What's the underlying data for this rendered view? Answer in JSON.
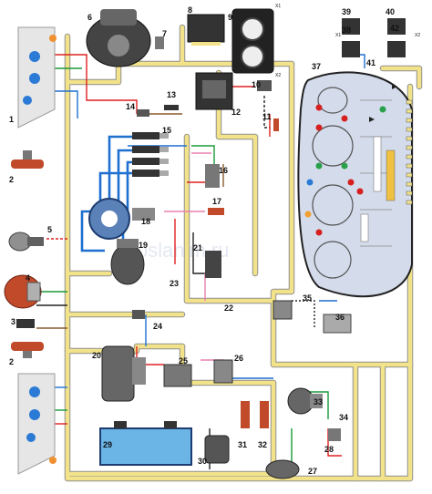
{
  "watermark": "oslanim.ru",
  "connectors": {
    "x1_top": "X1",
    "x2_top": "X2",
    "x1_right": "X1",
    "x2_right": "X2"
  },
  "components": [
    {
      "id": "c1",
      "label": "1"
    },
    {
      "id": "c2a",
      "label": "2"
    },
    {
      "id": "c2b",
      "label": "2"
    },
    {
      "id": "c3",
      "label": "3"
    },
    {
      "id": "c4",
      "label": "4"
    },
    {
      "id": "c5",
      "label": "5"
    },
    {
      "id": "c6",
      "label": "6"
    },
    {
      "id": "c7",
      "label": "7"
    },
    {
      "id": "c8",
      "label": "8"
    },
    {
      "id": "c9",
      "label": "9"
    },
    {
      "id": "c10",
      "label": "10"
    },
    {
      "id": "c11",
      "label": "11"
    },
    {
      "id": "c12",
      "label": "12"
    },
    {
      "id": "c13",
      "label": "13"
    },
    {
      "id": "c14",
      "label": "14"
    },
    {
      "id": "c15",
      "label": "15"
    },
    {
      "id": "c16",
      "label": "16"
    },
    {
      "id": "c17",
      "label": "17"
    },
    {
      "id": "c18",
      "label": "18"
    },
    {
      "id": "c19",
      "label": "19"
    },
    {
      "id": "c20",
      "label": "20"
    },
    {
      "id": "c21",
      "label": "21"
    },
    {
      "id": "c22",
      "label": "22"
    },
    {
      "id": "c23",
      "label": "23"
    },
    {
      "id": "c24",
      "label": "24"
    },
    {
      "id": "c25",
      "label": "25"
    },
    {
      "id": "c26",
      "label": "26"
    },
    {
      "id": "c27",
      "label": "27"
    },
    {
      "id": "c28",
      "label": "28"
    },
    {
      "id": "c29",
      "label": "29"
    },
    {
      "id": "c30",
      "label": "30"
    },
    {
      "id": "c31",
      "label": "31"
    },
    {
      "id": "c32",
      "label": "32"
    },
    {
      "id": "c33",
      "label": "33"
    },
    {
      "id": "c34",
      "label": "34"
    },
    {
      "id": "c35",
      "label": "35"
    },
    {
      "id": "c36",
      "label": "36"
    },
    {
      "id": "c37",
      "label": "37"
    },
    {
      "id": "c38",
      "label": "38"
    },
    {
      "id": "c39",
      "label": "39"
    },
    {
      "id": "c40",
      "label": "40"
    },
    {
      "id": "c41",
      "label": "41"
    },
    {
      "id": "c42",
      "label": "42"
    }
  ],
  "colors": {
    "harness": "#f2e38a",
    "harness_edge": "#8f8f8f",
    "wire_blue": "#1e6fd0",
    "wire_red": "#e02020",
    "wire_green": "#1a9a3a",
    "wire_pink": "#e880b0",
    "wire_brown": "#8a5a2a",
    "wire_black": "#222222",
    "panel_bg": "#d4dcec",
    "lamp_blue": "#2a7ad6",
    "lamp_red": "#d62020",
    "lamp_green": "#2aa04a",
    "headlight_bg": "#e6e6e6",
    "dist_blue": "#5a82b8",
    "battery": "#6ab4e6"
  }
}
